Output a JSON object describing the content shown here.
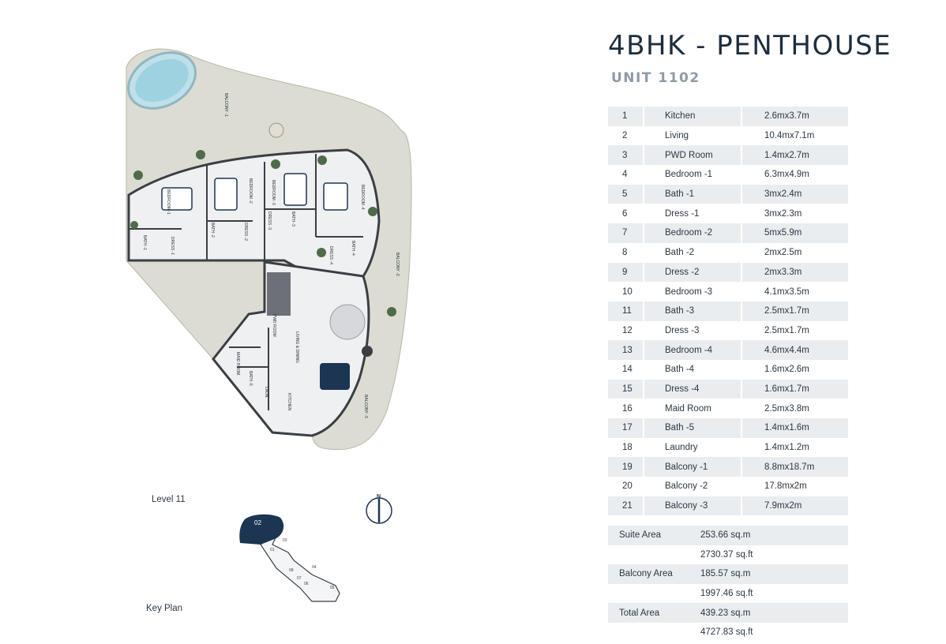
{
  "title": "4BHK - PENTHOUSE",
  "unit": "UNIT 1102",
  "rooms": [
    {
      "no": "1",
      "name": "Kitchen",
      "size": "2.6mx3.7m"
    },
    {
      "no": "2",
      "name": "Living",
      "size": "10.4mx7.1m"
    },
    {
      "no": "3",
      "name": "PWD Room",
      "size": "1.4mx2.7m"
    },
    {
      "no": "4",
      "name": "Bedroom -1",
      "size": "6.3mx4.9m"
    },
    {
      "no": "5",
      "name": "Bath -1",
      "size": "3mx2.4m"
    },
    {
      "no": "6",
      "name": "Dress -1",
      "size": "3mx2.3m"
    },
    {
      "no": "7",
      "name": "Bedroom -2",
      "size": "5mx5.9m"
    },
    {
      "no": "8",
      "name": "Bath -2",
      "size": "2mx2.5m"
    },
    {
      "no": "9",
      "name": "Dress -2",
      "size": "2mx3.3m"
    },
    {
      "no": "10",
      "name": "Bedroom -3",
      "size": "4.1mx3.5m"
    },
    {
      "no": "11",
      "name": "Bath -3",
      "size": "2.5mx1.7m"
    },
    {
      "no": "12",
      "name": "Dress -3",
      "size": "2.5mx1.7m"
    },
    {
      "no": "13",
      "name": "Bedroom -4",
      "size": "4.6mx4.4m"
    },
    {
      "no": "14",
      "name": "Bath -4",
      "size": "1.6mx2.6m"
    },
    {
      "no": "15",
      "name": "Dress -4",
      "size": "1.6mx1.7m"
    },
    {
      "no": "16",
      "name": "Maid Room",
      "size": "2.5mx3.8m"
    },
    {
      "no": "17",
      "name": "Bath -5",
      "size": "1.4mx1.6m"
    },
    {
      "no": "18",
      "name": "Laundry",
      "size": "1.4mx1.2m"
    },
    {
      "no": "19",
      "name": "Balcony -1",
      "size": "8.8mx18.7m"
    },
    {
      "no": "20",
      "name": "Balcony -2",
      "size": "17.8mx2m"
    },
    {
      "no": "21",
      "name": "Balcony -3",
      "size": "7.9mx2m"
    }
  ],
  "areas": [
    {
      "label": "Suite Area",
      "sqm": "253.66 sq.m",
      "sqft": "2730.37 sq.ft"
    },
    {
      "label": "Balcony Area",
      "sqm": "185.57 sq.m",
      "sqft": "1997.46 sq.ft"
    },
    {
      "label": "Total Area",
      "sqm": "439.23 sq.m",
      "sqft": "4727.83 sq.ft"
    }
  ],
  "level_label": "Level  11",
  "key_plan_label": "Key Plan",
  "north_label": "N",
  "plan_labels": {
    "balcony1": "BALCONY -1",
    "balcony2": "BALCONY -2",
    "balcony3": "BALCONY -3",
    "bedroom1": "BEDROOM -1",
    "bedroom2": "BEDROOM -2",
    "bedroom3": "BEDROOM -3",
    "bedroom4": "BEDROOM -4",
    "living": "LIVING & DINING",
    "kitchen": "KITCHEN",
    "maid": "MAID ROOM",
    "pwd": "PWD ROOM",
    "bath1": "BATH -1",
    "bath2": "BATH -2",
    "bath3": "BATH -3",
    "bath4": "BATH -4",
    "bath5": "BATH -5",
    "dress1": "DRESS -1",
    "dress2": "DRESS -2",
    "dress3": "DRESS -3",
    "dress4": "DRESS -4",
    "laundry": "LAUN."
  },
  "key_units": [
    "02",
    "01",
    "03",
    "04",
    "05",
    "06",
    "07",
    "08"
  ],
  "colors": {
    "navy": "#1c3553",
    "balcony": "#dcdcd2",
    "interior": "#eff0f1",
    "wall": "#3a3f45"
  }
}
